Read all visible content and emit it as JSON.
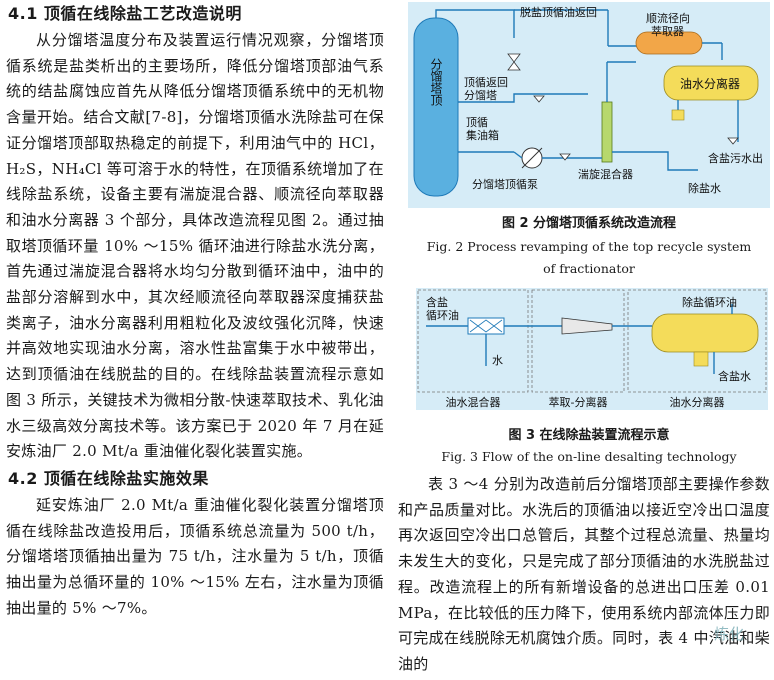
{
  "left": {
    "h1": "4.1    顶循在线除盐工艺改造说明",
    "p1": "从分馏塔温度分布及装置运行情况观察，分馏塔顶循系统是盐类析出的主要场所，降低分馏塔顶部油气系统的结盐腐蚀应首先从降低分馏塔顶循系统中的无机物含量开始。结合文献[7-8]，分馏塔顶循水洗除盐可在保证分馏塔顶部取热稳定的前提下，利用油气中的 HCl，H₂S，NH₄Cl 等可溶于水的特性，在顶循系统增加了在线除盐系统，设备主要有湍旋混合器、顺流径向萃取器和油水分离器 3 个部分，具体改造流程见图 2。通过抽取塔顶循环量 10% ～15% 循环油进行除盐水洗分离，首先通过湍旋混合器将水均匀分散到循环油中，油中的盐部分溶解到水中，其次经顺流径向萃取器深度捕获盐类离子，油水分离器利用粗粒化及波纹强化沉降，快速并高效地实现油水分离，溶水性盐富集于水中被带出，达到顶循油在线脱盐的目的。在线除盐装置流程示意如图 3 所示，关键技术为微相分散-快速萃取技术、乳化油水三级高效分离技术等。该方案已于 2020 年 7 月在延安炼油厂 2.0 Mt/a 重油催化裂化装置实施。",
    "h2": "4.2    顶循在线除盐实施效果",
    "p2": "延安炼油厂 2.0 Mt/a 重油催化裂化装置分馏塔顶循在线除盐改造投用后，顶循系统总流量为 500 t/h，分馏塔塔顶循抽出量为 75 t/h，注水量为 5 t/h，顶循抽出量为总循环量的 10% ～15% 左右，注水量为顶循抽出量的 5% ～7%。"
  },
  "fig2": {
    "labels": {
      "tower": "分馏塔顶",
      "return": "脱盐顶循油返回",
      "extractor": "顺流径向萃取器",
      "separator": "油水分离器",
      "top_return": "顶循返回分馏塔",
      "top_tank": "顶循集油箱",
      "pump": "分馏塔顶循泵",
      "mixer": "湍旋混合器",
      "salt_water": "含盐污水出",
      "desalt_water": "除盐水"
    },
    "caption_zh": "图 2    分馏塔顶循系统改造流程",
    "caption_en_1": "Fig. 2    Process revamping of the top recycle system",
    "caption_en_2": "of fractionator"
  },
  "fig3": {
    "labels": {
      "salt_oil": "含盐循环油",
      "water": "水",
      "desalted_oil": "除盐循环油",
      "salt_water": "含盐水",
      "sec1": "油水混合器",
      "sec2": "萃取-分离器",
      "sec3": "油水分离器"
    },
    "caption_zh": "图 3    在线除盐装置流程示意",
    "caption_en": "Fig. 3    Flow of the on-line desalting technology"
  },
  "right": {
    "p3": "表 3 ～4 分别为改造前后分馏塔顶部主要操作参数和产品质量对比。水洗后的顶循油以接近空冷出口温度再次返回空冷出口总管后，其整个过程总流量、热量均未发生大的变化，只是完成了部分顶循油的水洗脱盐过程。改造流程上的所有新增设备的总进出口压差 0.01 MPa，在比较低的压力降下，使用系统内部流体压力即可完成在线脱除无机腐蚀介质。同时，表 4 中汽油和柴油的"
  },
  "watermark": "炼化"
}
